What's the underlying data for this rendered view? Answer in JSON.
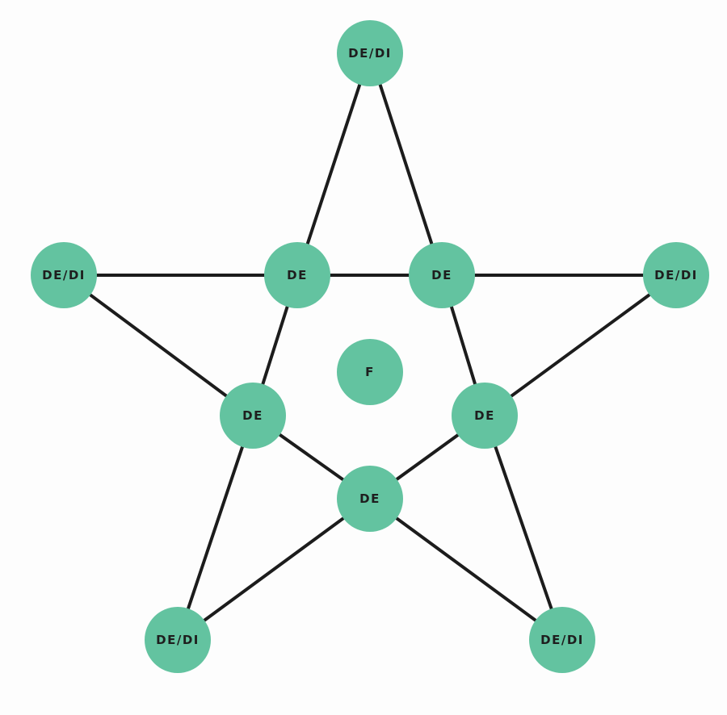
{
  "colors": {
    "node_fill": "#63c3a0",
    "edge_stroke": "#1c1c1c",
    "label": "#1e1e1e",
    "background": "#fdfdfd"
  },
  "nodes": [
    {
      "id": "top",
      "label": "DE/DI"
    },
    {
      "id": "left",
      "label": "DE/DI"
    },
    {
      "id": "right",
      "label": "DE/DI"
    },
    {
      "id": "bottom-left",
      "label": "DE/DI"
    },
    {
      "id": "bottom-right",
      "label": "DE/DI"
    },
    {
      "id": "inner-upper-left",
      "label": "DE"
    },
    {
      "id": "inner-upper-right",
      "label": "DE"
    },
    {
      "id": "inner-lower-left",
      "label": "DE"
    },
    {
      "id": "inner-lower-right",
      "label": "DE"
    },
    {
      "id": "inner-bottom",
      "label": "DE"
    },
    {
      "id": "center",
      "label": "F"
    }
  ],
  "edges": [
    [
      "top",
      "inner-upper-left"
    ],
    [
      "top",
      "inner-upper-right"
    ],
    [
      "left",
      "inner-upper-left"
    ],
    [
      "inner-upper-left",
      "inner-upper-right"
    ],
    [
      "inner-upper-right",
      "right"
    ],
    [
      "left",
      "inner-lower-left"
    ],
    [
      "right",
      "inner-lower-right"
    ],
    [
      "inner-upper-left",
      "inner-lower-left"
    ],
    [
      "inner-upper-right",
      "inner-lower-right"
    ],
    [
      "inner-lower-left",
      "inner-bottom"
    ],
    [
      "inner-lower-right",
      "inner-bottom"
    ],
    [
      "inner-lower-left",
      "bottom-left"
    ],
    [
      "inner-lower-right",
      "bottom-right"
    ],
    [
      "inner-bottom",
      "bottom-left"
    ],
    [
      "inner-bottom",
      "bottom-right"
    ]
  ]
}
